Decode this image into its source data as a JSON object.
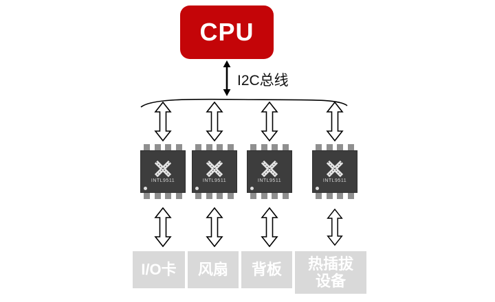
{
  "cpu": {
    "label": "CPU"
  },
  "bus": {
    "label": "I2C总线"
  },
  "chips": [
    {
      "label": "INTL9511"
    },
    {
      "label": "INTL9511"
    },
    {
      "label": "INTL9511"
    },
    {
      "label": "INTL9511"
    }
  ],
  "devices": [
    {
      "label": "I/O卡"
    },
    {
      "label": "风扇"
    },
    {
      "label": "背板"
    },
    {
      "label": "热插拔设备"
    }
  ],
  "colors": {
    "cpu_bg": "#c40508",
    "chip_body": "#3d3d3d",
    "chip_pin": "#8f8f8f",
    "device_bg": "#d9d9d9",
    "device_text": "#ffffff",
    "arrow_outline": "#000000"
  }
}
